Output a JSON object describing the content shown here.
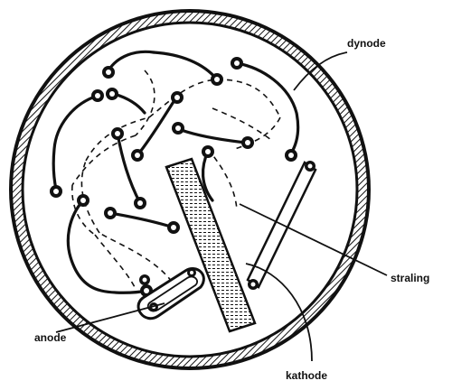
{
  "labels": {
    "dynode": "dynode",
    "straling": "straling",
    "anode": "anode",
    "kathode": "kathode"
  },
  "colors": {
    "ink": "#111111",
    "background": "#ffffff"
  }
}
